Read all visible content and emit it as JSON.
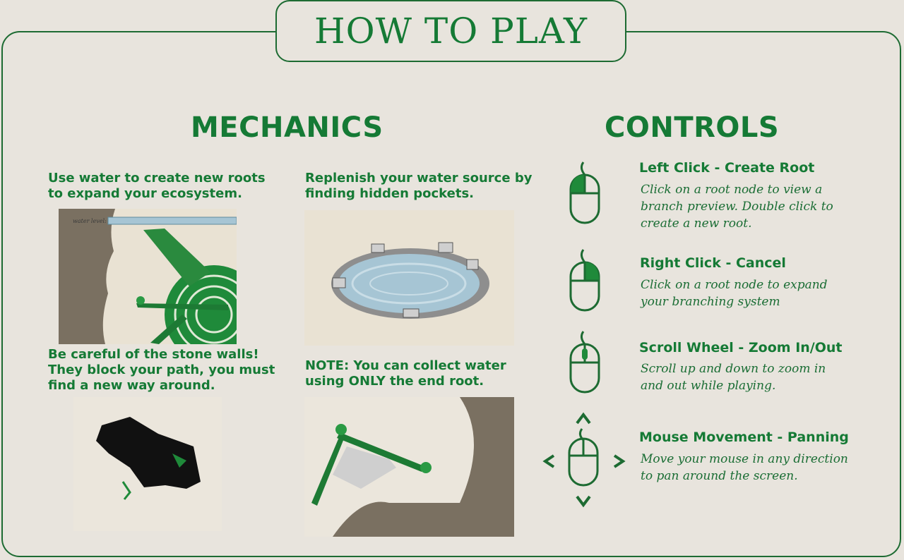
{
  "header": {
    "title": "HOW TO PLAY"
  },
  "mechanics": {
    "heading": "MECHANICS",
    "tips": [
      {
        "text": "Use water to create new roots\nto expand your ecosystem."
      },
      {
        "text": "Replenish your water source by\nfinding hidden pockets."
      },
      {
        "text": "Be careful of the stone walls!\nThey block your path, you must\nfind a new way around."
      },
      {
        "text": "NOTE: You can collect water\nusing ONLY the end root."
      }
    ],
    "water_level_label": "water level:"
  },
  "controls": {
    "heading": "CONTROLS",
    "items": [
      {
        "title": "Left Click - Create Root",
        "desc": "Click on a root node to view a\nbranch preview. Double click to\ncreate a new root.",
        "icon": "mouse-left-click-icon"
      },
      {
        "title": "Right Click - Cancel",
        "desc": "Click on a root node to expand\nyour branching system",
        "icon": "mouse-right-click-icon"
      },
      {
        "title": "Scroll Wheel - Zoom In/Out",
        "desc": "Scroll up and down to zoom in\nand out while playing.",
        "icon": "mouse-scroll-wheel-icon"
      },
      {
        "title": "Mouse Movement - Panning",
        "desc": "Move your mouse in any direction\nto pan around the screen.",
        "icon": "mouse-move-icon"
      }
    ]
  },
  "colors": {
    "green": "#157a35",
    "background": "#e8e4dd",
    "dirt": "#7a7061",
    "water": "#a6c5d4"
  }
}
